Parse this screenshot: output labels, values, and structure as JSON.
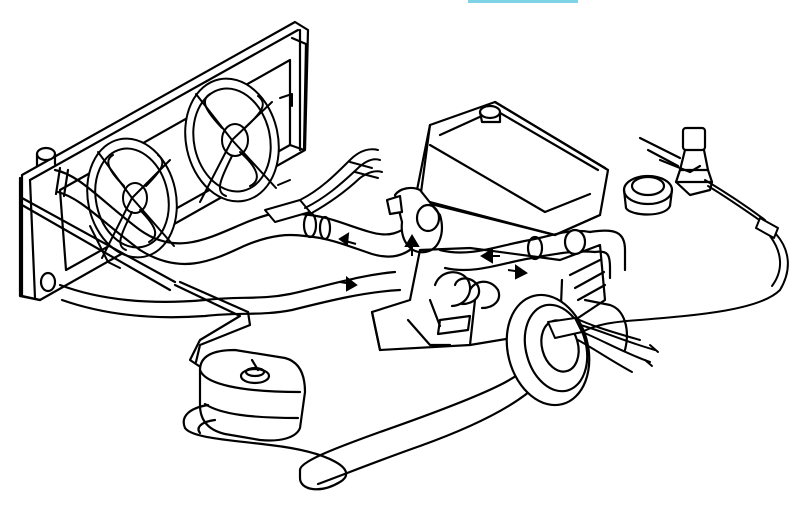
{
  "colors": {
    "ink": "#000000",
    "paper": "#ffffff",
    "accent_bar": "#7fd3e6"
  },
  "diagram": {
    "kind": "line-drawing",
    "components": [
      {
        "id": "radiator",
        "icon": "radiator-icon"
      },
      {
        "id": "cooling-fan-left",
        "icon": "fan-icon"
      },
      {
        "id": "cooling-fan-right",
        "icon": "fan-icon"
      },
      {
        "id": "engine-block",
        "icon": "engine-icon"
      },
      {
        "id": "expansion-tank",
        "icon": "tank-icon"
      },
      {
        "id": "thermostat-housing",
        "icon": "thermostat-icon"
      },
      {
        "id": "temperature-sender",
        "icon": "sensor-icon"
      },
      {
        "id": "sealing-ring",
        "icon": "ring-icon"
      },
      {
        "id": "crankshaft-pulley",
        "icon": "pulley-icon"
      },
      {
        "id": "coolant-hoses",
        "icon": "hose-icon"
      },
      {
        "id": "flow-arrows",
        "icon": "arrow-icon"
      }
    ]
  }
}
